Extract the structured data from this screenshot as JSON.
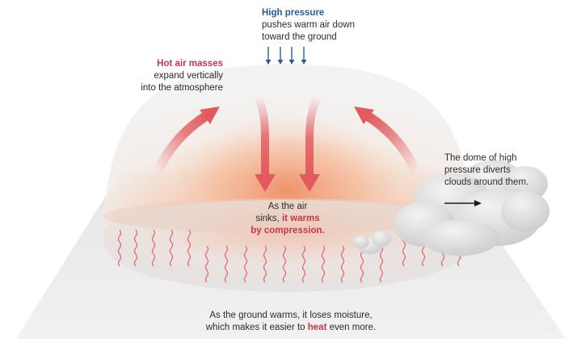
{
  "labels": {
    "high_pressure": {
      "heading": "High pressure",
      "lines": [
        "pushes warm air down",
        "toward the ground"
      ]
    },
    "hot_air": {
      "heading": "Hot air masses",
      "lines": [
        "expand vertically",
        "into the atmosphere"
      ]
    },
    "dome": {
      "lines": [
        "The dome of high",
        "pressure diverts",
        "clouds around them."
      ]
    },
    "sink": {
      "line1": "As the air",
      "line2_plain": "sinks, ",
      "line2_hl": "it warms",
      "line3_hl": "by compression."
    },
    "ground": {
      "line1": "As the ground warms, it loses moisture,",
      "line2_pre": "which makes it easier to ",
      "line2_hl": "heat",
      "line2_post": " even more."
    }
  },
  "icons": {
    "down_arrows": "small-down-arrow-icon",
    "sinking_arrows": "thick-down-arrow-icon",
    "rising_arrows": "curved-up-arrow-icon",
    "cloud": "cloud-icon",
    "cloud_motion_arrow": "right-arrow-icon",
    "heat_waves": "heat-wave-icon"
  },
  "colors": {
    "accent_red": "#c8344a",
    "accent_blue": "#2a5c9a",
    "arrow_red": "#e25a5f",
    "heat_wave": "#d8707a",
    "text": "#2b2b2b"
  }
}
